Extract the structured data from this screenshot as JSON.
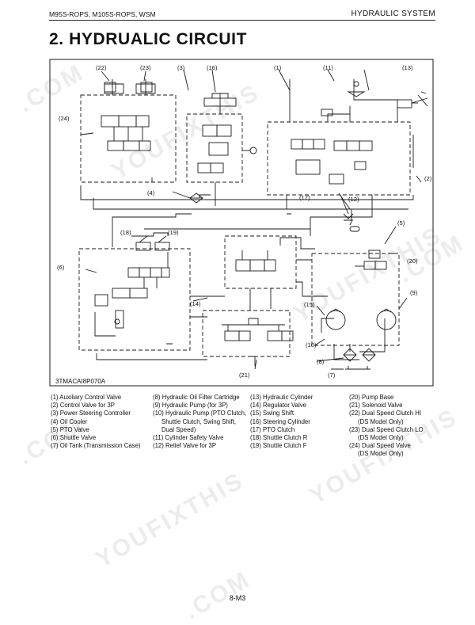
{
  "header": {
    "left": "M95S-ROPS, M105S-ROPS, WSM",
    "right": "HYDRAULIC SYSTEM"
  },
  "title": "2.  HYDRUALIC  CIRCUIT",
  "figure_id": "3TMACAI8P070A",
  "callouts": [
    "(1)",
    "(2)",
    "(3)",
    "(4)",
    "(5)",
    "(6)",
    "(7)",
    "(8)",
    "(9)",
    "(10)",
    "(11)",
    "(12)",
    "(13)",
    "(14)",
    "(15)",
    "(16)",
    "(17)",
    "(18)",
    "(19)",
    "(20)",
    "(21)",
    "(22)",
    "(23)",
    "(24)"
  ],
  "legend": {
    "col1": [
      "(1)  Auxiliary Control Valve",
      "(2)  Control Valve for 3P",
      "(3)  Power Steering Controller",
      "(4)  Oil Cooler",
      "(5)  PTO Valve",
      "(6)  Shuttle Valve",
      "(7)  Oil Tank (Transmission Case)"
    ],
    "col2": [
      "(8)  Hydraulic Oil Filter Cartridge",
      "(9)  Hydraulic Pump (for 3P)",
      "(10) Hydraulic Pump (PTO Clutch,",
      "Shuttle Clutch, Swing Shift,",
      "Dual Speed)",
      "(11) Cylinder Safety Valve",
      "(12) Relief Valve for 3P"
    ],
    "col3": [
      "(13) Hydraulic Cylinder",
      "(14) Regulator Valve",
      "(15) Swing Shift",
      "(16) Steering Cylinder",
      "(17) PTO Clutch",
      "(18) Shuttle Clutch R",
      "(19) Shuttle Clutch F"
    ],
    "col4": [
      "(20) Pump Base",
      "(21) Solenoid Valve",
      "(22) Dual Speed Clutch HI",
      "(DS Model Only)",
      "(23) Dual Speed Clutch LO",
      "(DS Model Only)",
      "(24) Dual Speed Valve",
      "(DS Model Only)"
    ]
  },
  "page_number": "8-M3",
  "watermark": [
    "YOUFIXTHIS",
    "YOUFIXTHIS",
    "YOUFIXTHIS",
    "YOUFIXTHIS",
    ".COM",
    ".COM",
    ".COM",
    ".COM"
  ]
}
